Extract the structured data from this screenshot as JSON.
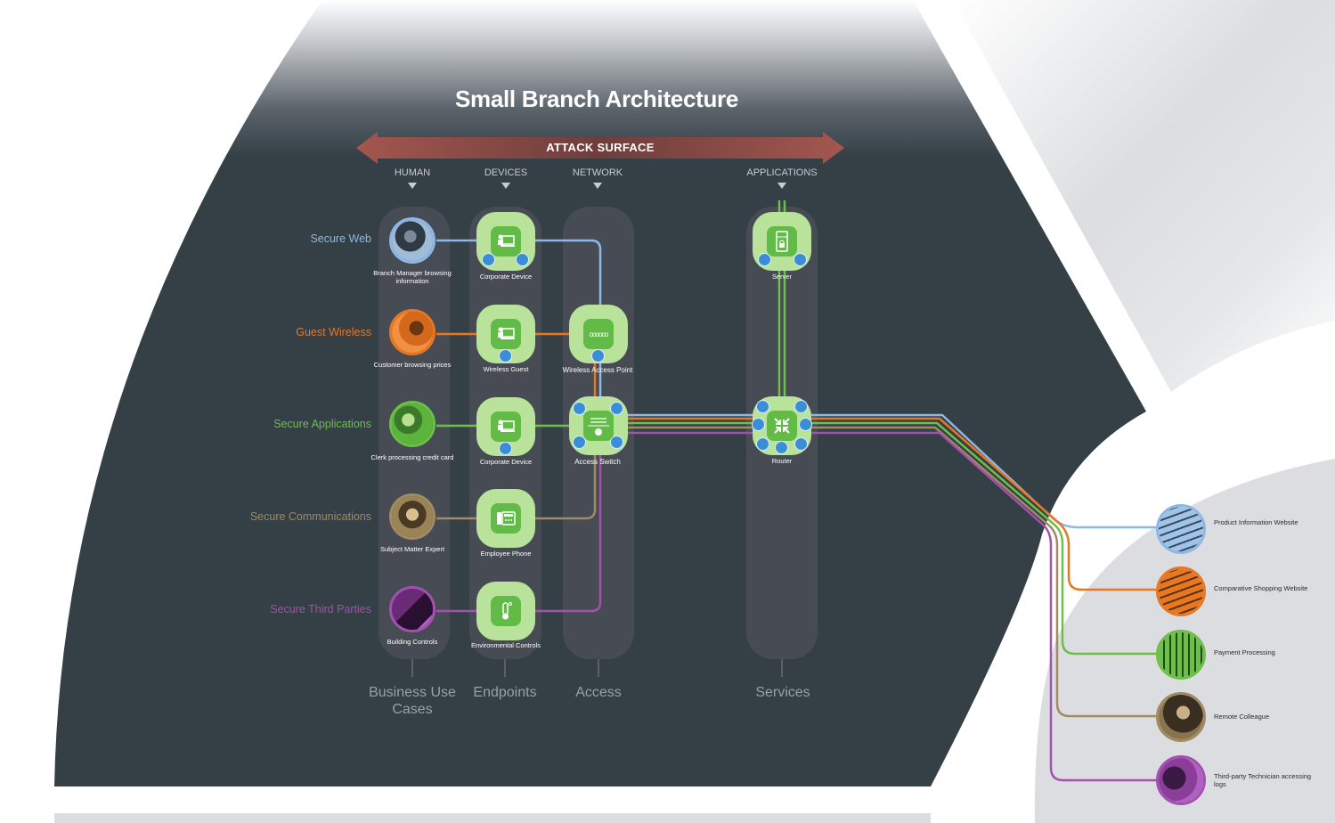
{
  "title": "Small Branch Architecture",
  "attack_surface": {
    "label": "ATTACK SURFACE",
    "columns": [
      "HUMAN",
      "DEVICES",
      "NETWORK",
      "APPLICATIONS"
    ]
  },
  "colors": {
    "secure_web": "#8db8e6",
    "guest_wireless": "#e87722",
    "secure_applications": "#6cc04a",
    "secure_communications": "#a08b63",
    "secure_third_parties": "#a351b0",
    "node_light_green": "#b9e39a",
    "node_core_green": "#62bb46",
    "badge_blue": "#3b8ed6",
    "panel_dark": "#343f46",
    "arrow_red": "#a4564f"
  },
  "rows": [
    {
      "label": "Secure Web",
      "person": "Branch Manager browsing information",
      "device": "Corporate Device"
    },
    {
      "label": "Guest Wireless",
      "person": "Customer browsing prices",
      "device": "Wireless Guest"
    },
    {
      "label": "Secure Applications",
      "person": "Clerk processing credit card",
      "device": "Corporate Device"
    },
    {
      "label": "Secure Communications",
      "person": "Subject Matter Expert",
      "device": "Employee Phone"
    },
    {
      "label": "Secure Third Parties",
      "person": "Building Controls",
      "device": "Environmental Controls"
    }
  ],
  "network_nodes": {
    "wap": "Wireless Access Point",
    "switch": "Access Switch",
    "server": "Server",
    "router": "Router"
  },
  "lanes": {
    "business": "Business Use Cases",
    "endpoints": "Endpoints",
    "access": "Access",
    "services": "Services"
  },
  "external": [
    {
      "label": "Product Information Website"
    },
    {
      "label": "Comparative Shopping Website"
    },
    {
      "label": "Payment Processing"
    },
    {
      "label": "Remote Colleague"
    },
    {
      "label": "Third-party Technician accessing logs"
    }
  ]
}
